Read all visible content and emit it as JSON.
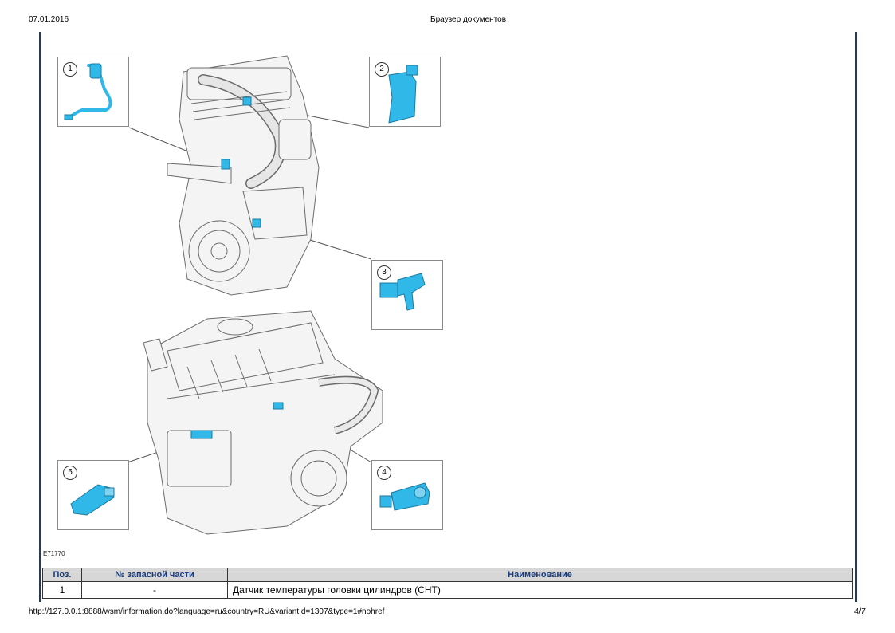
{
  "header": {
    "date": "07.01.2016",
    "title": "Браузер документов"
  },
  "footer": {
    "url": "http://127.0.0.1:8888/wsm/information.do?language=ru&country=RU&variantId=1307&type=1#nohref",
    "page": "4/7"
  },
  "figure": {
    "code": "E71770",
    "callouts": [
      {
        "number": "1",
        "icon": "temperature-sensor-icon"
      },
      {
        "number": "2",
        "icon": "sensor-module-icon"
      },
      {
        "number": "3",
        "icon": "crankshaft-sensor-icon"
      },
      {
        "number": "4",
        "icon": "camshaft-sensor-icon"
      },
      {
        "number": "5",
        "icon": "pressure-sensor-icon"
      }
    ],
    "colors": {
      "part_highlight": "#2fb8e8",
      "engine_line": "#6b6b6b",
      "frame": "#1f3a6b"
    }
  },
  "table": {
    "headers": [
      "Поз.",
      "№ запасной части",
      "Наименование"
    ],
    "rows": [
      [
        "1",
        "-",
        "Датчик температуры головки цилиндров (CHT)"
      ]
    ]
  }
}
